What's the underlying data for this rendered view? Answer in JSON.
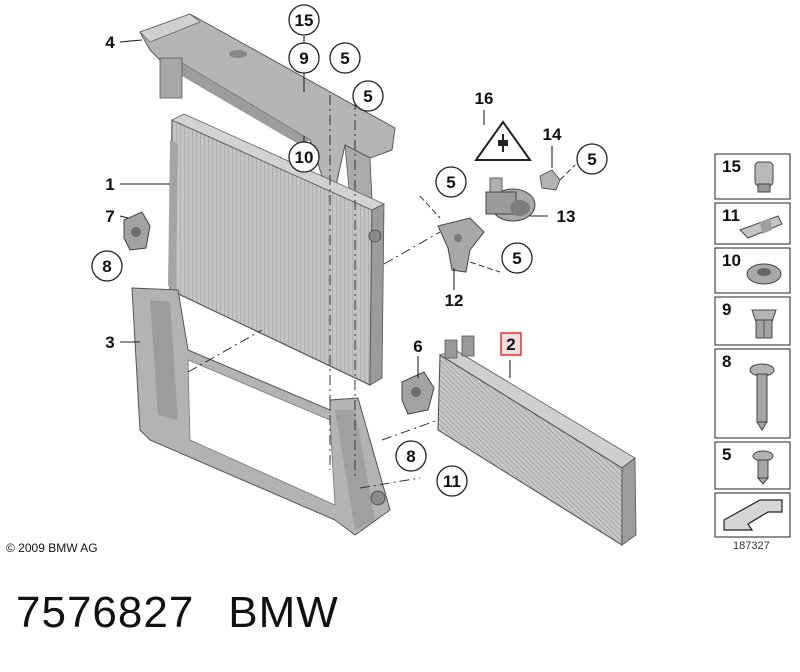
{
  "colors": {
    "part_fill": "#b9b9b9",
    "part_dark": "#8f8f8f",
    "line": "#333333",
    "highlight": "#e03030"
  },
  "callouts": {
    "c1": "1",
    "c2": "2",
    "c3": "3",
    "c4": "4",
    "c5a": "5",
    "c5b": "5",
    "c5c": "5",
    "c5d": "5",
    "c5e": "5",
    "c6": "6",
    "c7": "7",
    "c8a": "8",
    "c8b": "8",
    "c9": "9",
    "c10": "10",
    "c11": "11",
    "c12": "12",
    "c13": "13",
    "c14": "14",
    "c15": "15",
    "c16": "16"
  },
  "legend": {
    "items": [
      {
        "number": "15",
        "icon": "clip-icon"
      },
      {
        "number": "11",
        "icon": "bracket-clip-icon"
      },
      {
        "number": "10",
        "icon": "grommet-icon"
      },
      {
        "number": "9",
        "icon": "expansion-rivet-icon"
      },
      {
        "number": "8",
        "icon": "long-screw-icon"
      },
      {
        "number": "5",
        "icon": "short-screw-icon"
      }
    ],
    "footer_icon": "direction-arrow-icon"
  },
  "copyright": "© 2009 BMW AG",
  "reference_number": "187327",
  "caption": {
    "part_number": "7576827",
    "brand": "BMW"
  }
}
